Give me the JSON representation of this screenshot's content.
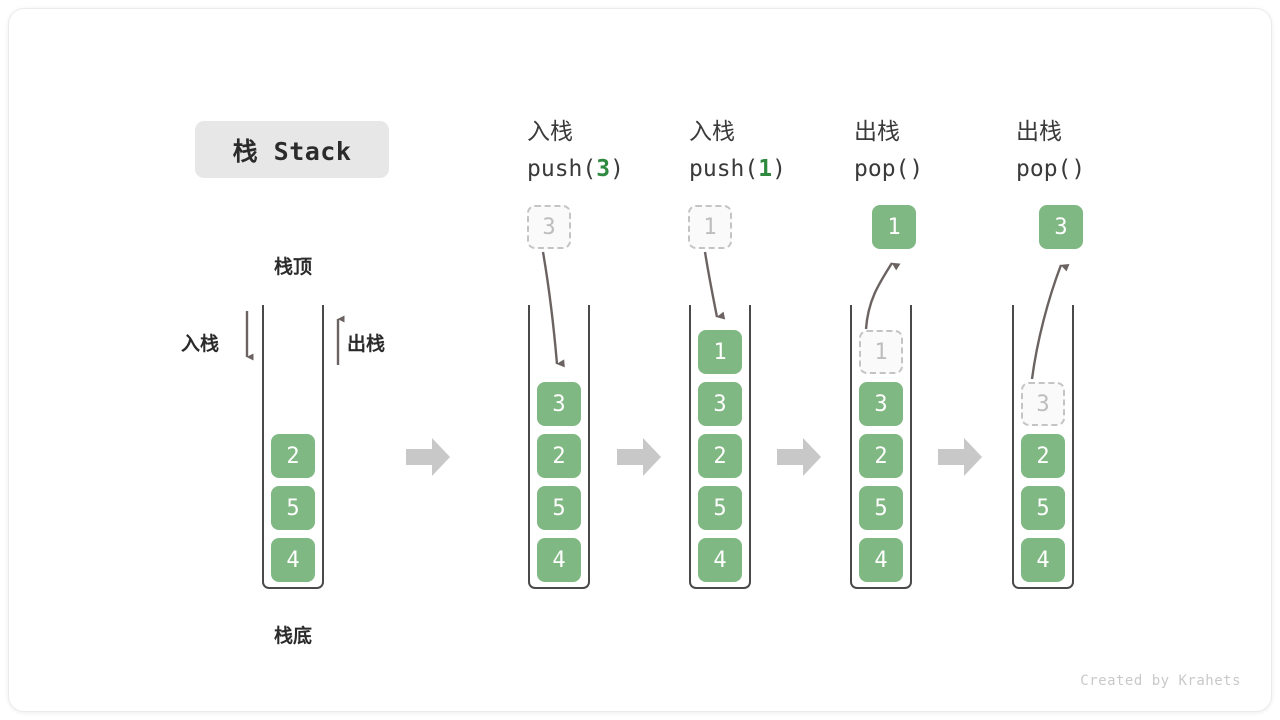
{
  "title_badge": {
    "label": "栈 Stack"
  },
  "first_stack": {
    "top_label": "栈顶",
    "bottom_label": "栈底",
    "push_label": "入栈",
    "pop_label": "出栈",
    "cells": [
      "2",
      "5",
      "4"
    ]
  },
  "columns": [
    {
      "op_label": "入栈",
      "call_prefix": "push(",
      "call_arg": "3",
      "call_suffix": ")",
      "outside_cell": {
        "value": "3",
        "state": "ghost"
      },
      "arrow_direction": "down",
      "cells": [
        {
          "value": "3",
          "state": "solid"
        },
        {
          "value": "2",
          "state": "solid"
        },
        {
          "value": "5",
          "state": "solid"
        },
        {
          "value": "4",
          "state": "solid"
        }
      ]
    },
    {
      "op_label": "入栈",
      "call_prefix": "push(",
      "call_arg": "1",
      "call_suffix": ")",
      "outside_cell": {
        "value": "1",
        "state": "ghost"
      },
      "arrow_direction": "down",
      "cells": [
        {
          "value": "1",
          "state": "solid"
        },
        {
          "value": "3",
          "state": "solid"
        },
        {
          "value": "2",
          "state": "solid"
        },
        {
          "value": "5",
          "state": "solid"
        },
        {
          "value": "4",
          "state": "solid"
        }
      ]
    },
    {
      "op_label": "出栈",
      "call_prefix": "pop(",
      "call_arg": "",
      "call_suffix": ")",
      "outside_cell": {
        "value": "1",
        "state": "solid"
      },
      "arrow_direction": "up",
      "cells": [
        {
          "value": "1",
          "state": "ghost"
        },
        {
          "value": "3",
          "state": "solid"
        },
        {
          "value": "2",
          "state": "solid"
        },
        {
          "value": "5",
          "state": "solid"
        },
        {
          "value": "4",
          "state": "solid"
        }
      ]
    },
    {
      "op_label": "出栈",
      "call_prefix": "pop(",
      "call_arg": "",
      "call_suffix": ")",
      "outside_cell": {
        "value": "3",
        "state": "solid"
      },
      "arrow_direction": "up",
      "cells": [
        {
          "value": "3",
          "state": "ghost"
        },
        {
          "value": "2",
          "state": "solid"
        },
        {
          "value": "5",
          "state": "solid"
        },
        {
          "value": "4",
          "state": "solid"
        }
      ]
    }
  ],
  "footer": {
    "credit": "Created by Krahets"
  },
  "colors": {
    "cell_green": "#7fb882",
    "accent_green": "#2f8a3f",
    "flow_arrow_gray": "#c8c8c8",
    "stroke_gray": "#6b6361",
    "badge_bg": "#e7e7e7"
  }
}
